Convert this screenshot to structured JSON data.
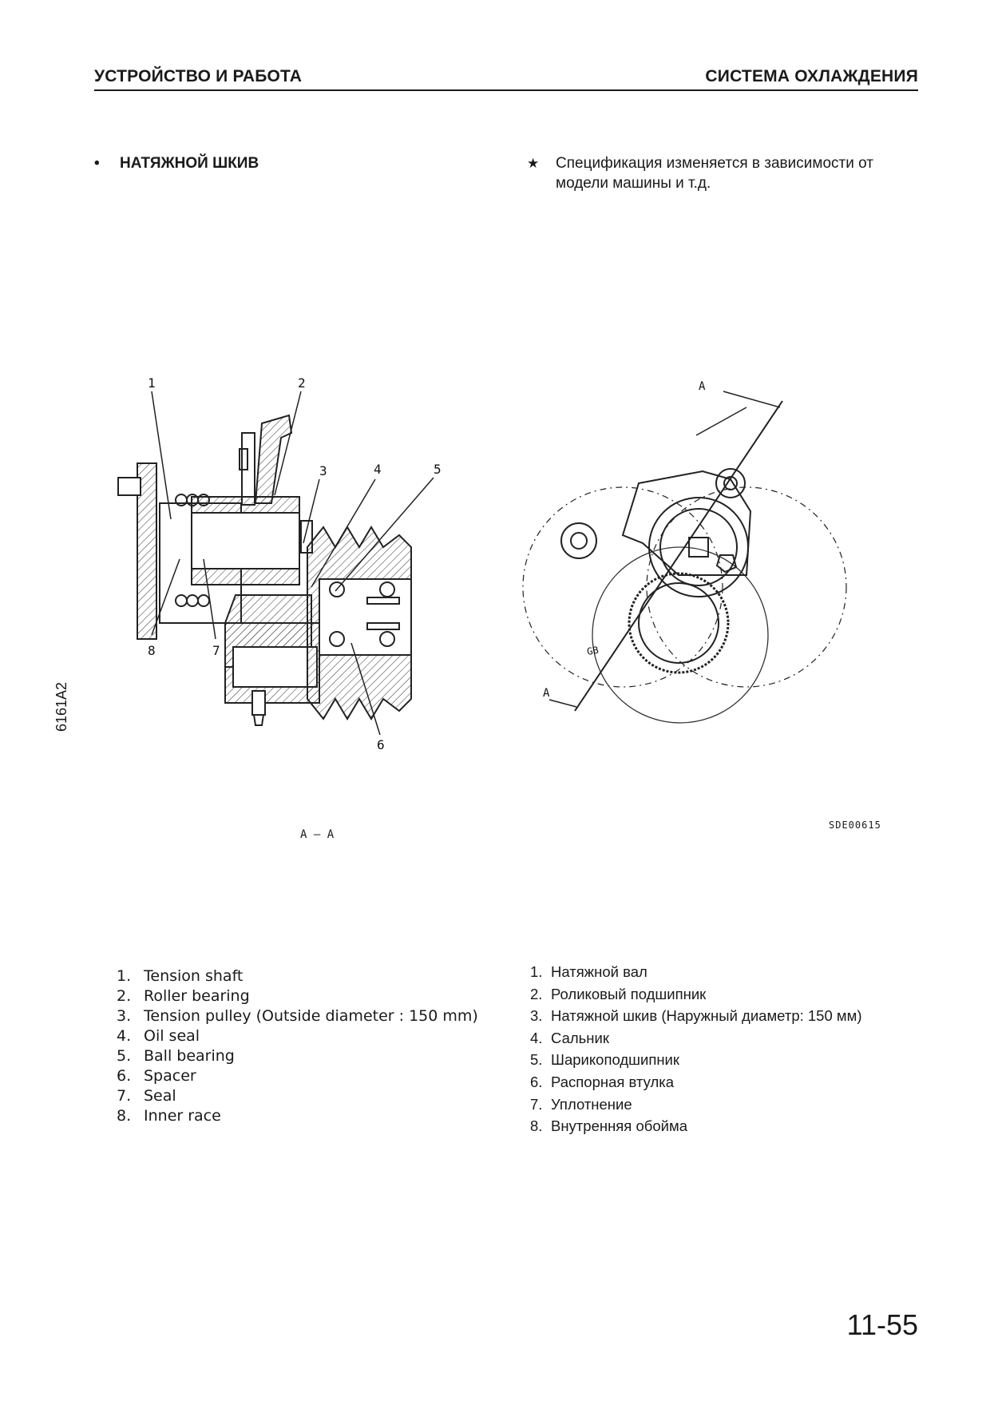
{
  "header": {
    "left": "УСТРОЙСТВО И РАБОТА",
    "right": "СИСТЕМА ОХЛАЖДЕНИЯ"
  },
  "section": {
    "bullet": "•",
    "title": "НАТЯЖНОЙ ШКИВ"
  },
  "note": {
    "symbol": "★",
    "text": "Спецификация изменяется в зависимости от модели машины и т.д."
  },
  "figure": {
    "side_code": "6161A2",
    "drawing_code": "SDE00615",
    "section_label": "A – A",
    "callouts": [
      "1",
      "2",
      "3",
      "4",
      "5",
      "6",
      "7",
      "8"
    ],
    "section_marker": "A",
    "gb_mark": "GB"
  },
  "parts_en": [
    {
      "num": "1.",
      "name": "Tension shaft"
    },
    {
      "num": "2.",
      "name": "Roller bearing"
    },
    {
      "num": "3.",
      "name": "Tension pulley (Outside diameter : 150 mm)"
    },
    {
      "num": "4.",
      "name": "Oil seal"
    },
    {
      "num": "5.",
      "name": "Ball bearing"
    },
    {
      "num": "6.",
      "name": "Spacer"
    },
    {
      "num": "7.",
      "name": "Seal"
    },
    {
      "num": "8.",
      "name": "Inner race"
    }
  ],
  "parts_ru": [
    {
      "num": "1.",
      "name": "Натяжной вал"
    },
    {
      "num": "2.",
      "name": "Роликовый подшипник"
    },
    {
      "num": "3.",
      "name": "Натяжной шкив (Наружный диаметр: 150 мм)"
    },
    {
      "num": "4.",
      "name": "Сальник"
    },
    {
      "num": "5.",
      "name": "Шарикоподшипник"
    },
    {
      "num": "6.",
      "name": "Распорная втулка"
    },
    {
      "num": "7.",
      "name": "Уплотнение"
    },
    {
      "num": "8.",
      "name": "Внутренняя обойма"
    }
  ],
  "page_number": "11-55"
}
